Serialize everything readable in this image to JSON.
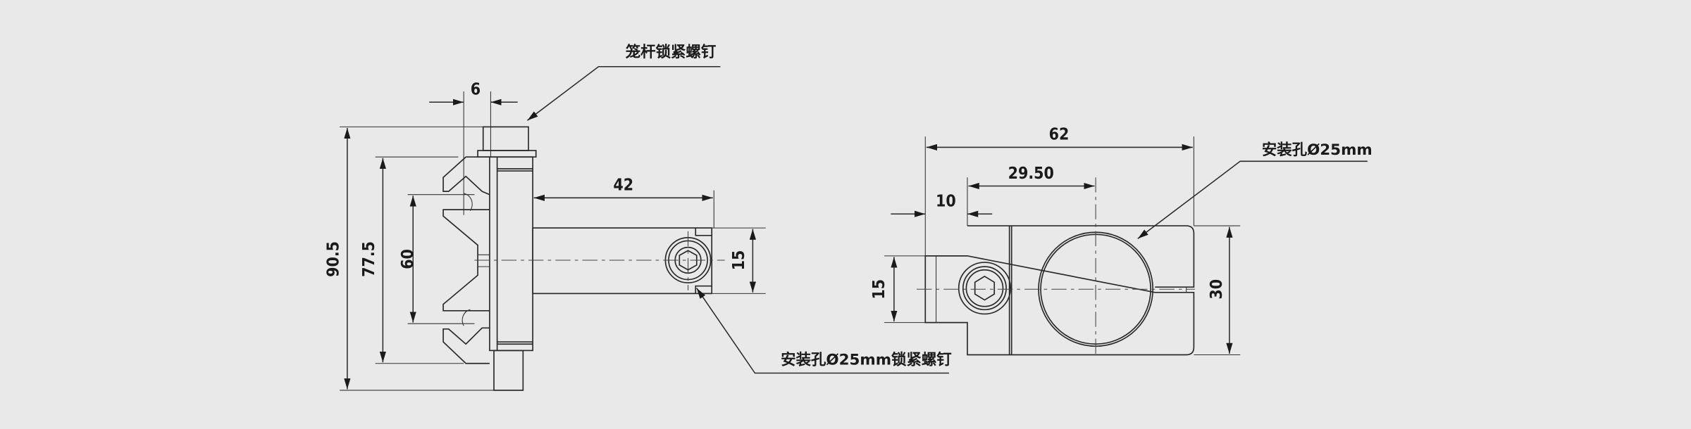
{
  "colors": {
    "background": "#e9e9e9",
    "line": "#2a2a2a"
  },
  "side_view": {
    "dims": {
      "total_height": "90.5",
      "body_height": "77.5",
      "groove_spacing": "60",
      "screw_offset": "6",
      "arm_length": "42",
      "arm_width": "15"
    },
    "callouts": {
      "cage_rod_screw": "笼杆锁紧螺钉",
      "mount_hole_screw": "安装孔Ø25mm锁紧螺钉"
    }
  },
  "top_view": {
    "dims": {
      "overall_length": "62",
      "hole_center": "29.50",
      "tab_length": "10",
      "tab_width": "15",
      "block_width": "30"
    },
    "callouts": {
      "mount_hole": "安装孔Ø25mm"
    }
  }
}
